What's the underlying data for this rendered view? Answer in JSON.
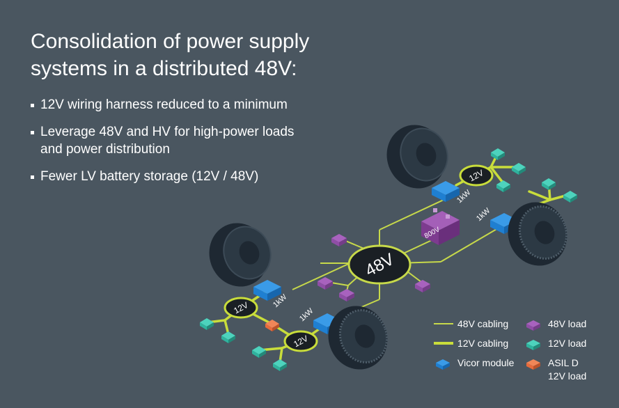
{
  "title": {
    "line1": "Consolidation of power supply",
    "line2": "systems in a distributed 48V:"
  },
  "bullets": [
    {
      "lines": [
        "12V wiring harness reduced to a minimum"
      ]
    },
    {
      "lines": [
        "Leverage 48V and HV for high-power loads",
        "and power distribution"
      ]
    },
    {
      "lines": [
        "Fewer LV battery storage (12V / 48V)"
      ]
    }
  ],
  "diagram": {
    "hub_label": "48V",
    "battery_label": "800V",
    "hub12_label": "12V",
    "module_label": "1kW"
  },
  "legend": {
    "cabling48": "48V cabling",
    "cabling12": "12V cabling",
    "vicor": "Vicor module",
    "load48": "48V load",
    "load12": "12V load",
    "asil_line1": "ASIL D",
    "asil_line2": "12V load"
  },
  "colors": {
    "background": "#4a5660",
    "cable48": "#c7d94a",
    "cable12": "#c9dd3b",
    "vicor": "#1f7fd1",
    "load48": "#8f4ea6",
    "load12": "#2fb39e",
    "asil": "#e76b3c",
    "battery": "#7d3b8f"
  }
}
